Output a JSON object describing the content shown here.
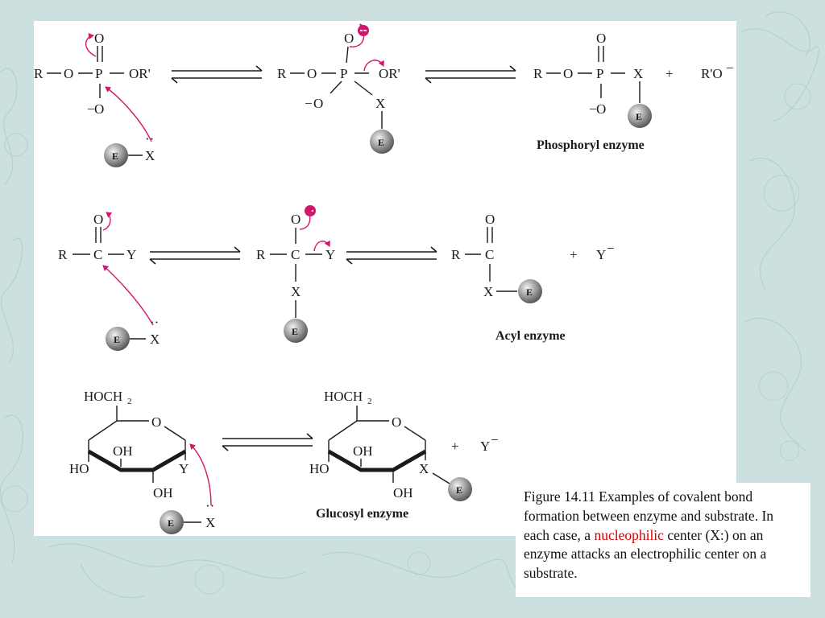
{
  "atoms": {
    "R": "R",
    "O": "O",
    "P": "P",
    "C": "C",
    "X": "X",
    "Y": "Y",
    "E": "E",
    "OR_prime": "OR'",
    "R_prime_O": "R'O",
    "O_minus": "O",
    "HOCH": "HOCH",
    "sub2": "2",
    "OH": "OH",
    "HO": "HO",
    "minus": "−",
    "plus": "+",
    "lone_pair": "··"
  },
  "labels": {
    "phosphoryl": "Phosphoryl enzyme",
    "acyl": "Acyl enzyme",
    "glucosyl": "Glucosyl enzyme"
  },
  "caption": {
    "part1": "Figure 14.11 Examples of covalent bond formation between enzyme and substrate. In each case, a ",
    "highlight": "nucleophilic",
    "part2": " center (X:) on an enzyme attacks an electrophilic center on a substrate."
  },
  "colors": {
    "arrow": "#d1176c",
    "charge": "#d1176c",
    "highlight": "#d40000",
    "enzyme_ball": "#8a8a8a",
    "background": "#cfe1e1"
  }
}
